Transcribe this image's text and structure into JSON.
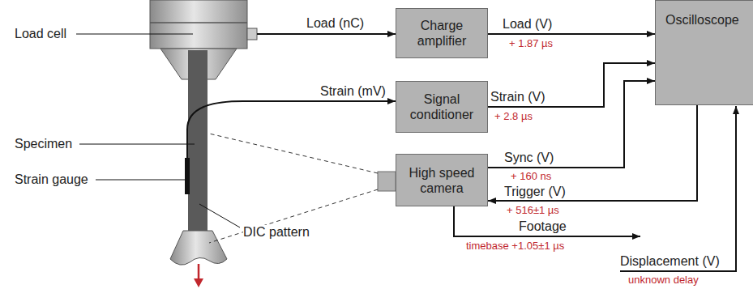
{
  "diagram": {
    "nodes": [
      {
        "text": [
          "Charge amplifier"
        ]
      },
      {
        "text": [
          "Signal conditioner"
        ]
      },
      {
        "text": [
          "High speed camera"
        ]
      },
      {
        "text": [
          "Oscilloscope"
        ]
      }
    ],
    "edges": [
      {
        "from": 0,
        "to": 3,
        "label": "Load (V)",
        "arrow": "to"
      },
      {
        "from": 1,
        "to": 3,
        "label": "Strain (V)",
        "arrow": "to"
      },
      {
        "from": 2,
        "to": 3,
        "label": "Sync (V)",
        "arrow": "to"
      },
      {
        "from": 3,
        "to": 2,
        "label": "Trigger (V)",
        "arrow": "to"
      }
    ],
    "labels": [
      "Load cell",
      "Load (nC)",
      "Specimen",
      "Strain gauge",
      "DIC pattern",
      "Strain (mV)",
      "+ 1.87 µs",
      "+ 2.8 µs",
      "+ 160 ns",
      "+ 516±1 µs",
      "Footage",
      "timebase +1.05±1 µs",
      "Displacement (V)",
      "unknown delay"
    ]
  }
}
